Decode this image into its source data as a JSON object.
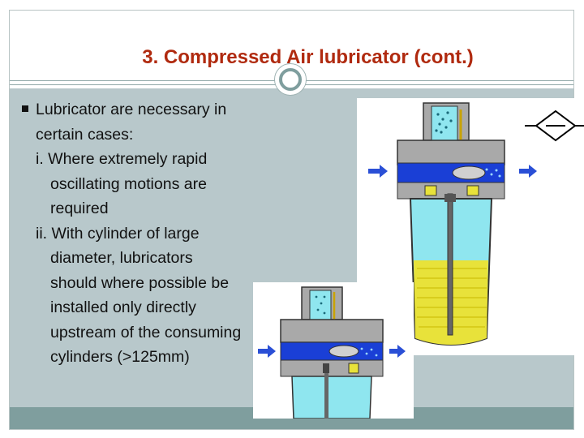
{
  "slide": {
    "title": "3. Compressed Air lubricator (cont.)",
    "bullet_lines": [
      "Lubricator are necessary in",
      "certain cases:",
      "i. Where extremely rapid",
      "oscillating motions are",
      "required",
      "ii. With  cylinder of large",
      "diameter, lubricators",
      "should where possible be",
      "installed only directly",
      "upstream of the consuming",
      "cylinders (>125mm)"
    ]
  },
  "colors": {
    "title": "#b02a0f",
    "content_bg": "#b8c8cb",
    "footer": "#7f9e9e",
    "arrow": "#2a4fd6",
    "oil": "#e8e23a",
    "air_chamber": "#1a3fd6",
    "body_gray": "#a9a9a9",
    "cyan": "#8fe6ef"
  },
  "images": {
    "large": "lubricator-cross-section-diagram",
    "small": "lubricator-cross-section-diagram-small"
  }
}
